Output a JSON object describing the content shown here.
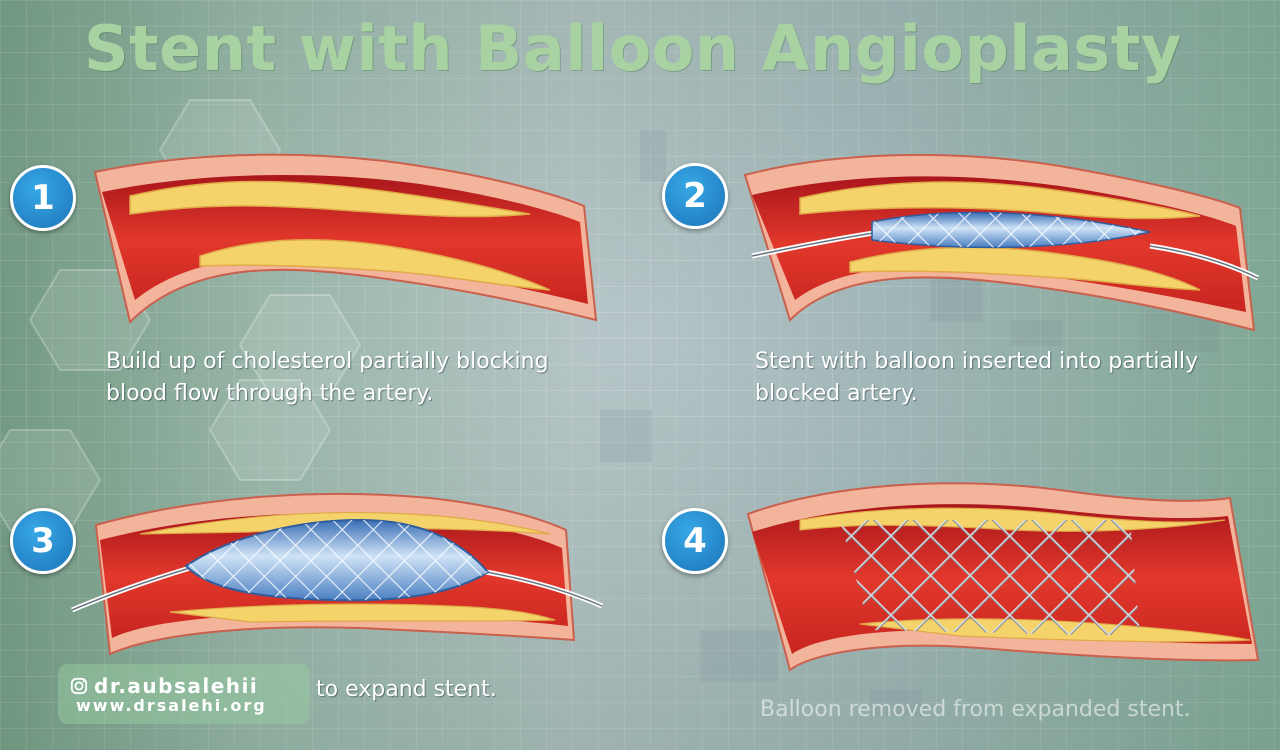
{
  "title": "Stent with Balloon Angioplasty",
  "steps": [
    {
      "number": "1",
      "caption_lines": [
        "Build up of cholesterol partially blocking",
        "blood flow through the artery."
      ]
    },
    {
      "number": "2",
      "caption_lines": [
        "Stent with balloon inserted into partially",
        "blocked artery."
      ]
    },
    {
      "number": "3",
      "caption_lines": [
        "to expand stent."
      ]
    },
    {
      "number": "4",
      "caption_lines": [
        "Balloon removed from expanded stent."
      ]
    }
  ],
  "watermark": {
    "handle": "dr.aubsalehii",
    "url": "www.drsalehi.org",
    "icon": "instagram-icon"
  },
  "colors": {
    "artery_red": "#e2382c",
    "artery_dark": "#b3171a",
    "vessel_wall": "#f2a58c",
    "plaque": "#f4d46a",
    "badge": "#1f86cc",
    "stent": "#7fb7e4"
  }
}
